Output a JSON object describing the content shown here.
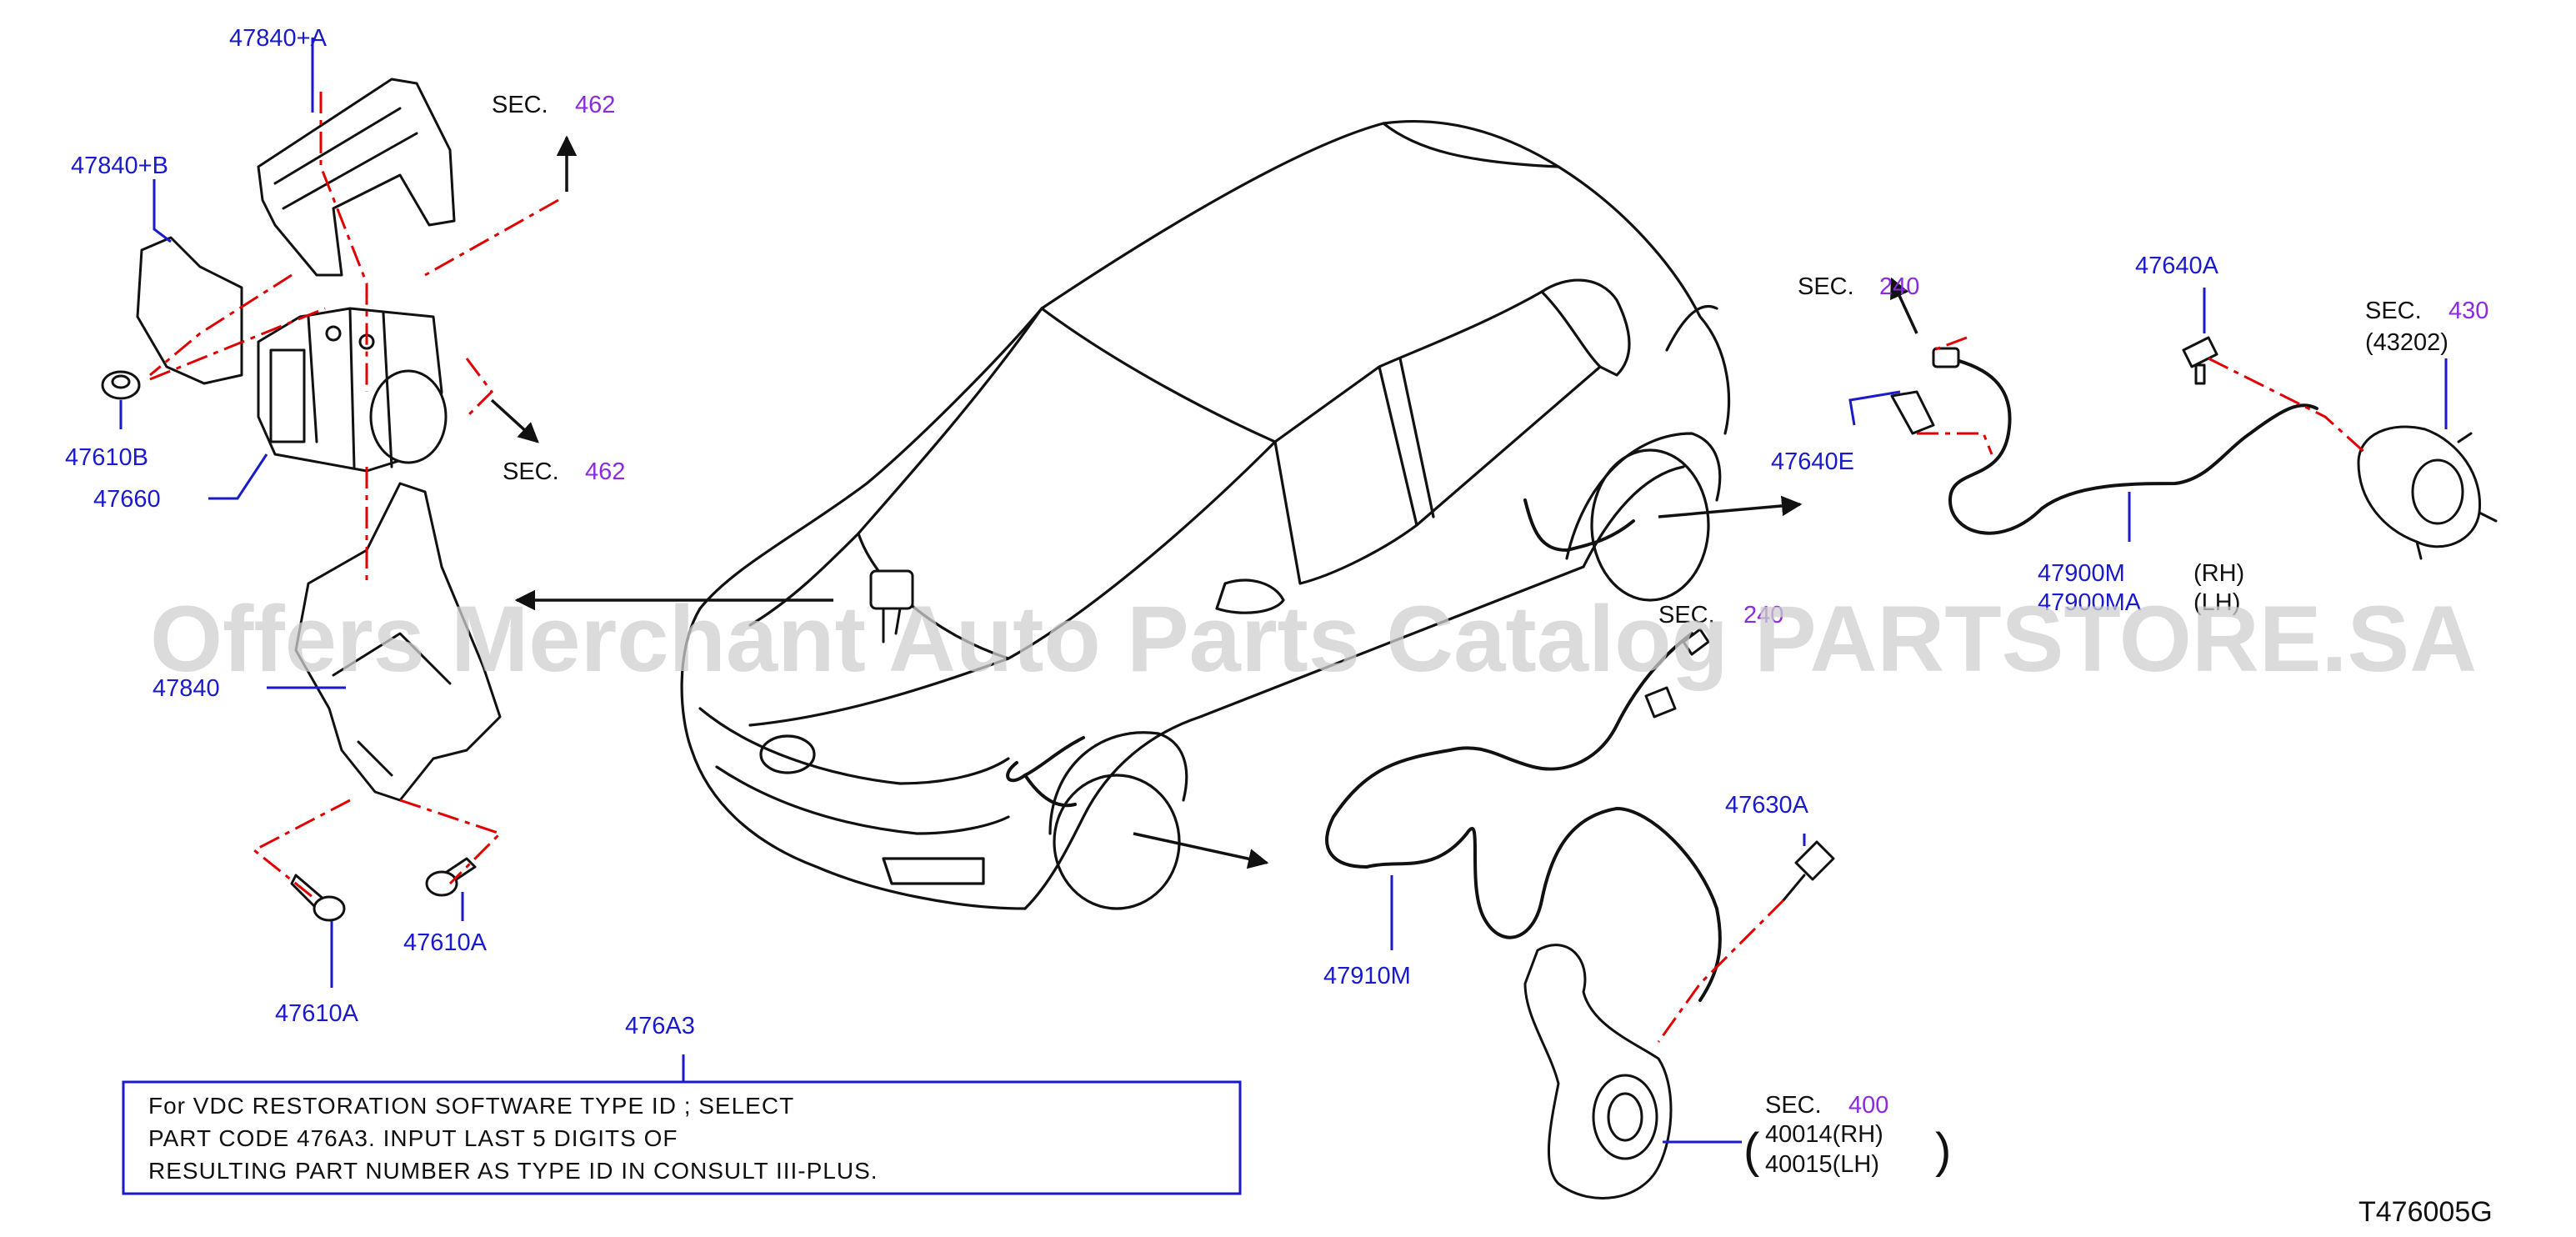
{
  "watermark": "Offers Merchant Auto Parts Catalog PARTSTORE.SA",
  "diagram_code": "T476005G",
  "parts": {
    "p47840A": "47840+A",
    "p47840B": "47840+B",
    "p47610B": "47610B",
    "p47660": "47660",
    "p47840": "47840",
    "p47610A_left": "47610A",
    "p47610A_right": "47610A",
    "p476A3": "476A3",
    "p47640A": "47640A",
    "p47640E": "47640E",
    "p47900M": "47900M",
    "p47900MA": "47900MA",
    "rh_tag": "(RH)",
    "lh_tag": "(LH)",
    "p47630A": "47630A",
    "p47910M": "47910M",
    "p40014": "40014(RH)",
    "p40015": "40015(LH)",
    "p43202": "(43202)"
  },
  "sections": {
    "sec_label": "SEC.",
    "s462_top": "462",
    "s462_mid": "462",
    "s240": "240",
    "s430": "430",
    "s240_lower": "240",
    "s400": "400"
  },
  "note": {
    "line1": "For  VDC  RESTORATION  SOFTWARE  TYPE  ID  ;  SELECT",
    "line2": "PART  CODE  476A3.  INPUT  LAST  5  DIGITS  OF",
    "line3": "RESULTING  PART  NUMBER  AS  TYPE  ID  IN  CONSULT  III-PLUS."
  },
  "colors": {
    "part_label": "#1a1acc",
    "section_number": "#8a2be2",
    "centerline": "#e00000",
    "watermark": "#cfcfcf"
  }
}
